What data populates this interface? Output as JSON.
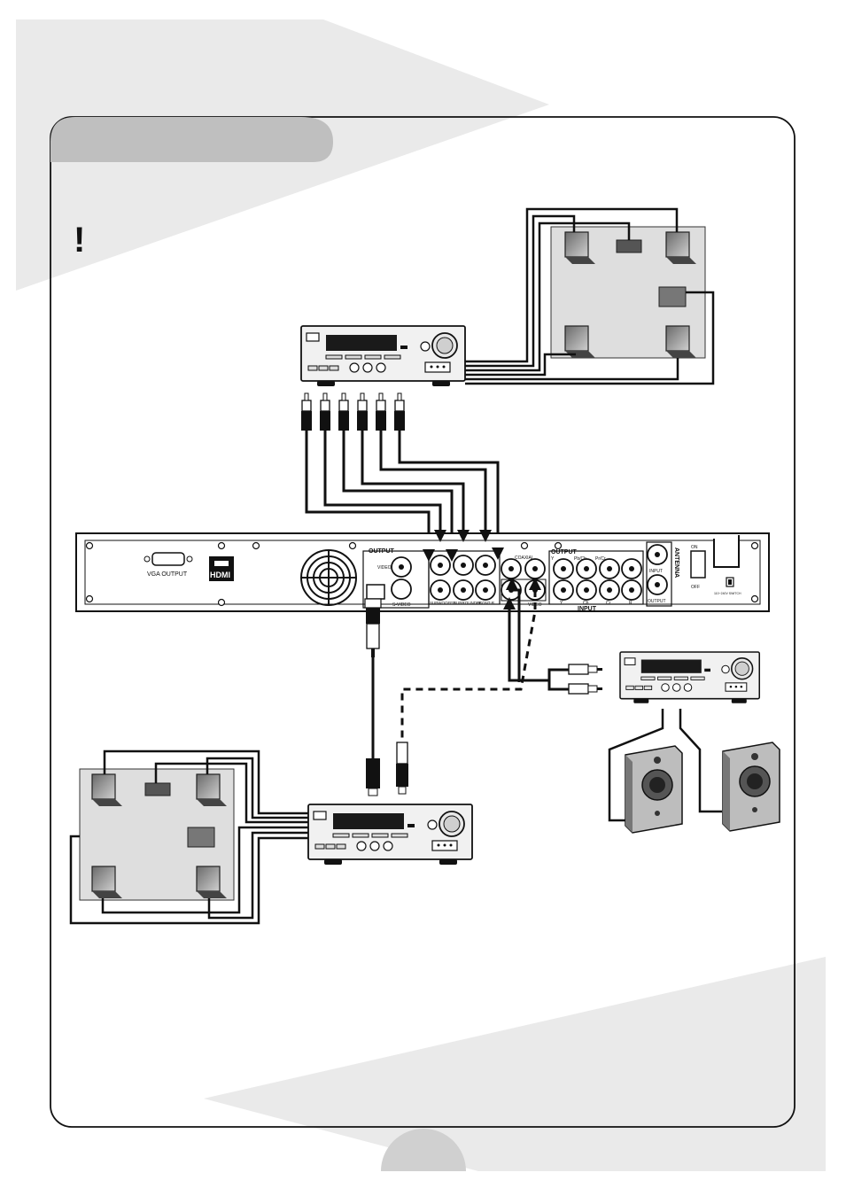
{
  "notice": {
    "icon": "exclamation-icon",
    "text": "!"
  },
  "player": {
    "vga_label": "VGA OUTPUT",
    "hdmi_label": "HDMI",
    "output_label": "OUTPUT",
    "video_label": "VIDEO",
    "svideo_label": "S-VIDEO",
    "subwoofer_label": "SUBWOOFER",
    "surround_label": "SURROUND-R",
    "frontl_label": "FRONT-R",
    "coaxial_label": "COAXIAL",
    "output2_label": "OUTPUT",
    "y_label": "Y",
    "pb_label": "Pb/Cb",
    "pr_label": "Pr/Cr",
    "input_label": "INPUT",
    "video2_label": "VIDEO",
    "y2_label": "Y",
    "cb_label": "Cb",
    "cr_label": "Cr",
    "r_label": "R",
    "antenna_label": "ANTENNA",
    "ant_input_label": "INPUT",
    "ant_output_label": "OUTPUT",
    "on_label": "ON",
    "off_label": "OFF",
    "voltage_label": "110~240V SWITCH"
  },
  "colors": {
    "page_shape": "#eaeaea",
    "tab": "#bfbfbf",
    "room": "#dedede",
    "line": "#000000"
  }
}
